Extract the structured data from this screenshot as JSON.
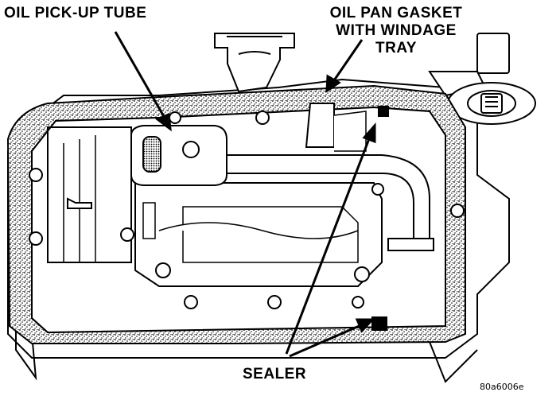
{
  "labels": {
    "oil_pickup_tube": "OIL PICK-UP TUBE",
    "oil_pan_gasket_line1": "OIL PAN GASKET",
    "oil_pan_gasket_line2": "WITH WINDAGE",
    "oil_pan_gasket_line3": "TRAY",
    "sealer": "SEALER"
  },
  "figure_id": "80a6006e",
  "colors": {
    "ink": "#000000",
    "paper": "#ffffff",
    "stipple": "#000000"
  }
}
